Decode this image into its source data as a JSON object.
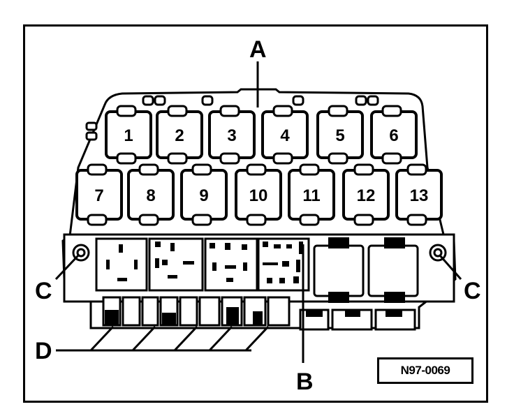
{
  "diagram": {
    "fuse_numbers_row1": [
      "1",
      "2",
      "3",
      "4",
      "5",
      "6"
    ],
    "fuse_numbers_row2": [
      "7",
      "8",
      "9",
      "10",
      "11",
      "12",
      "13"
    ],
    "callouts": {
      "a": "A",
      "b": "B",
      "c_left": "C",
      "c_right": "C",
      "d": "D"
    },
    "figure_code": "N97-0069"
  }
}
